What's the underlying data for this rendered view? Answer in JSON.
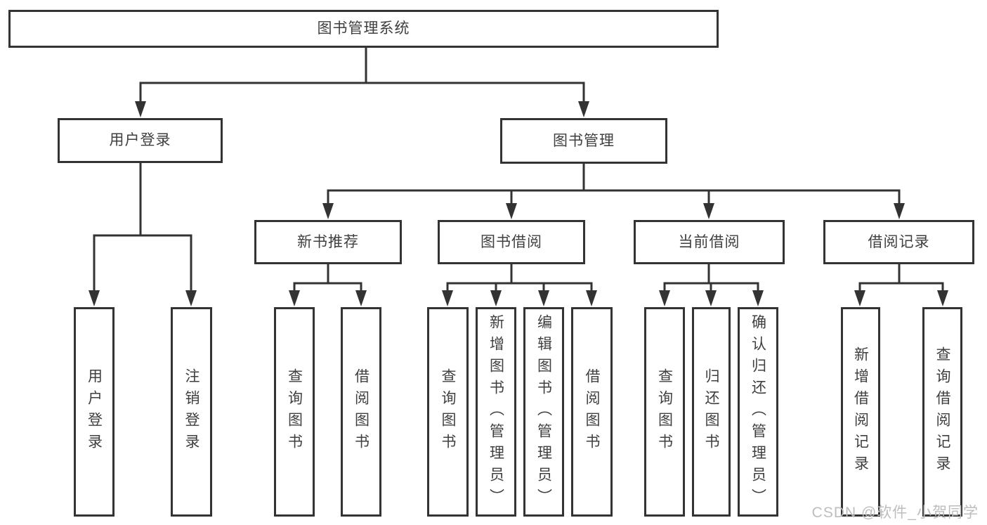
{
  "nodes": {
    "root": "图书管理系统",
    "user_login": "用户登录",
    "book_management": "图书管理",
    "new_book_recommend": "新书推荐",
    "book_borrowing": "图书借阅",
    "current_borrowing": "当前借阅",
    "borrowing_records": "借阅记录",
    "leaf_user_login": "用户登录",
    "leaf_logout": "注销登录",
    "leaf_query_books_recommend": "查询图书",
    "leaf_borrow_books_recommend": "借阅图书",
    "leaf_query_books_borrowing": "查询图书",
    "leaf_add_books_admin": "新增图书（管理员）",
    "leaf_edit_books_admin": "编辑图书（管理员）",
    "leaf_borrow_books_borrowing": "借阅图书",
    "leaf_query_books_current": "查询图书",
    "leaf_return_books": "归还图书",
    "leaf_confirm_return_admin": "确认归还（管理员）",
    "leaf_add_borrow_record": "新增借阅记录",
    "leaf_query_borrow_record": "查询借阅记录"
  },
  "watermark": "CSDN @软件_小贺同学",
  "colors": {
    "line": "#333333",
    "box_border": "#333333",
    "text": "#3f3f3f",
    "watermark": "#bdbdbd",
    "background": "#ffffff"
  }
}
